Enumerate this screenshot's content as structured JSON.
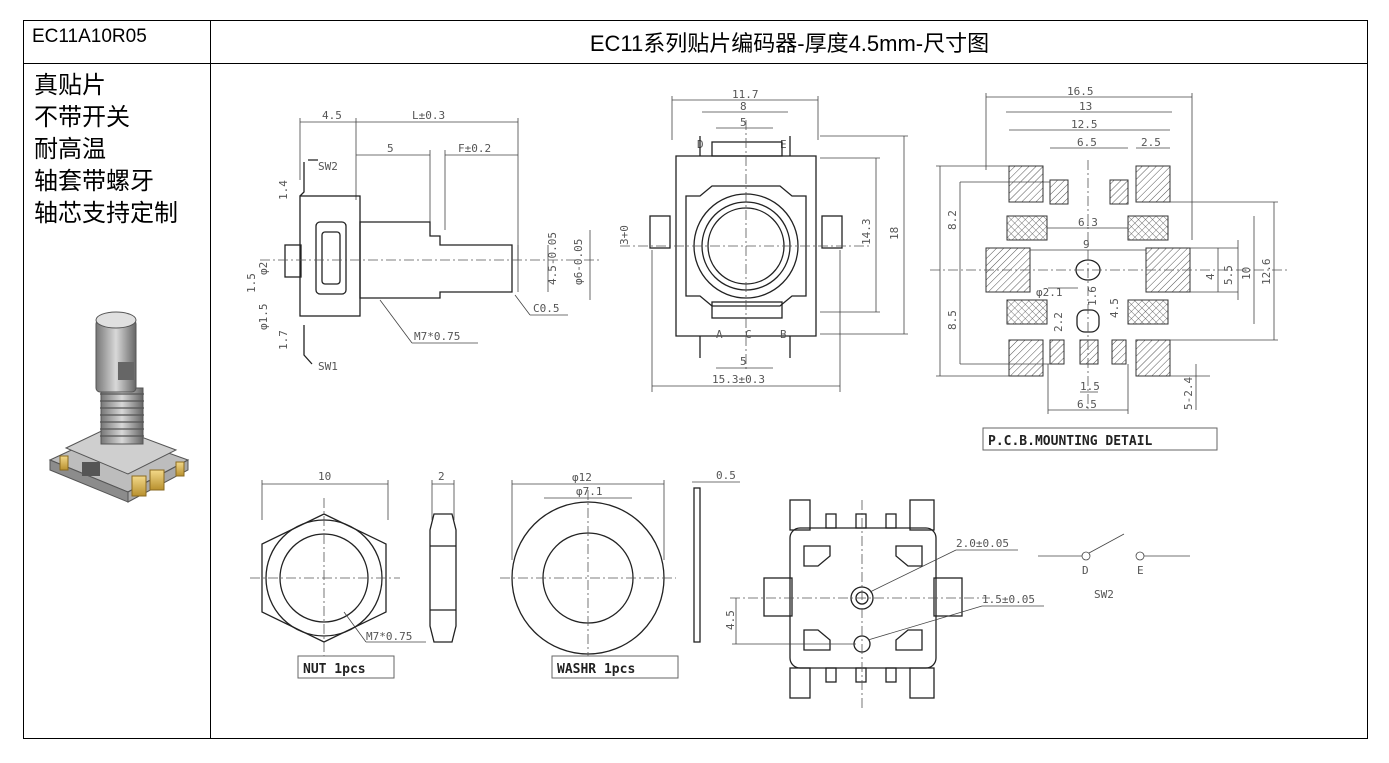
{
  "header": {
    "model": "EC11A10R05",
    "title": "EC11系列贴片编码器-厚度4.5mm-尺寸图"
  },
  "features": [
    "真贴片",
    "不带开关",
    "耐高温",
    "轴套带螺牙",
    "轴芯支持定制"
  ],
  "side_view": {
    "dim_4_5": "4.5",
    "dim_L": "L±0.3",
    "dim_5": "5",
    "dim_F": "F±0.2",
    "dim_1_4": "1.4",
    "label_sw2": "SW2",
    "label_sw1": "SW1",
    "dim_phi2": "φ2",
    "dim_1_5": "1.5",
    "dim_phi1_5": "φ1.5",
    "dim_1_7": "1.7",
    "dim_shaft_d": "4.5-0.05",
    "dim_shaft_od": "φ6-0.05",
    "chamfer": "C0.5",
    "thread": "M7*0.75",
    "dim_3": "3+0"
  },
  "top_view": {
    "dim_11_7": "11.7",
    "dim_8": "8",
    "dim_5_top": "5",
    "pin_d": "D",
    "pin_e": "E",
    "pin_a": "A",
    "pin_c": "C",
    "pin_b": "B",
    "dim_14_3": "14.3",
    "dim_18": "18",
    "dim_5_bottom": "5",
    "dim_15_3": "15.3±0.3"
  },
  "pcb": {
    "dim_16_5": "16.5",
    "dim_13": "13",
    "dim_12_5": "12.5",
    "dim_6_5_top": "6.5",
    "dim_2_5": "2.5",
    "dim_8_2": "8.2",
    "dim_6_3": "6.3",
    "dim_9": "9",
    "dim_5_5": "5.5",
    "dim_4": "4",
    "dim_10": "10",
    "dim_12_6": "12.6",
    "dim_phi2_1": "φ2.1",
    "dim_1_6": "1.6",
    "dim_4_5": "4.5",
    "dim_2_2": "2.2",
    "dim_8_5": "8.5",
    "dim_1_5": "1.5",
    "dim_6_5_bottom": "6.5",
    "dim_5_2_4": "5-2.4",
    "caption": "P.C.B.MOUNTING DETAIL"
  },
  "nut": {
    "dim_10": "10",
    "dim_2": "2",
    "thread": "M7*0.75",
    "caption": "NUT 1pcs"
  },
  "washer": {
    "dim_outer": "φ12",
    "dim_inner": "φ7.1",
    "dim_thick": "0.5",
    "caption": "WASHR   1pcs"
  },
  "bottom_view": {
    "hole_large": "2.0±0.05",
    "hole_small": "1.5±0.05",
    "dim_4_5": "4.5"
  },
  "switch": {
    "pin_d": "D",
    "pin_e": "E",
    "label": "SW2"
  }
}
